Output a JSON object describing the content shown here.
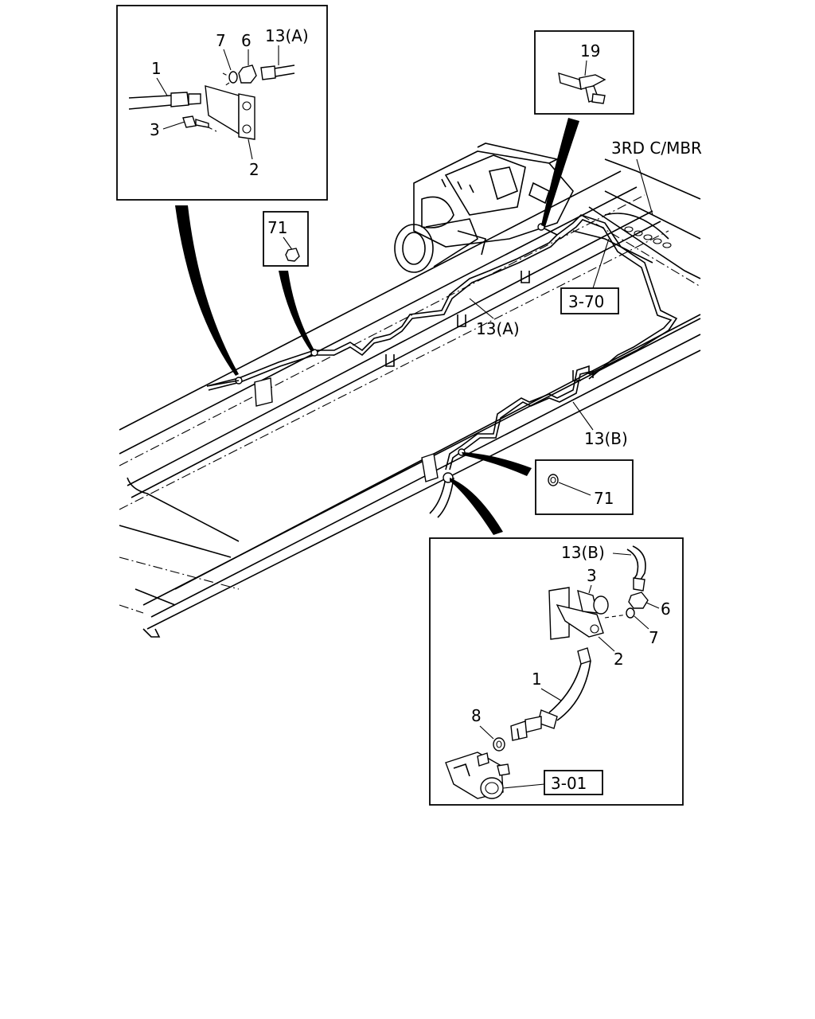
{
  "labels": {
    "top_left_1": "1",
    "top_left_2": "2",
    "top_left_3": "3",
    "top_left_6": "6",
    "top_left_7": "7",
    "top_left_13a": "13(A)",
    "top_right_19": "19",
    "third_crossmember": "3RD C/MBR",
    "ref_71_upper": "71",
    "ref_3_70": "3-70",
    "pipe_13a": "13(A)",
    "pipe_13b": "13(B)",
    "ref_71_lower": "71",
    "bottom_13b": "13(B)",
    "bottom_3": "3",
    "bottom_6": "6",
    "bottom_7": "7",
    "bottom_2": "2",
    "bottom_1": "1",
    "bottom_8": "8",
    "ref_3_01": "3-01"
  },
  "icons": [
    "bracket-icon",
    "hose-icon",
    "bolt-icon",
    "nut-icon",
    "washer-icon",
    "tee-fitting-icon",
    "valve-icon"
  ]
}
